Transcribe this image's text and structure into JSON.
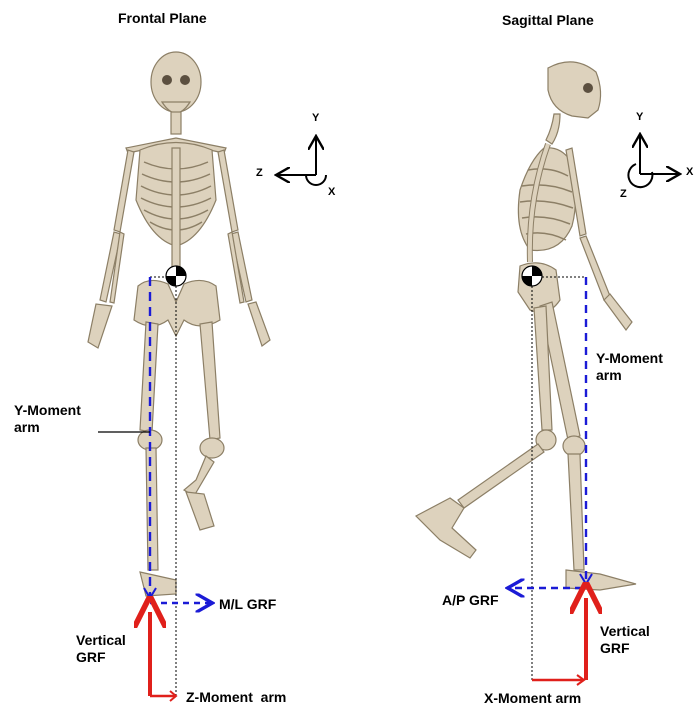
{
  "panels": {
    "frontal": {
      "title": "Frontal Plane",
      "axis": {
        "up": "Y",
        "left": "Z",
        "center": "X"
      },
      "labels": {
        "y_moment_arm_1": "Y-Moment",
        "y_moment_arm_2": "arm",
        "ml_grf": "M/L GRF",
        "vertical_grf_1": "Vertical",
        "vertical_grf_2": "GRF",
        "z_moment_arm": "Z-Moment  arm"
      }
    },
    "sagittal": {
      "title": "Sagittal Plane",
      "axis": {
        "up": "Y",
        "right": "X",
        "center": "Z"
      },
      "labels": {
        "y_moment_arm_1": "Y-Moment",
        "y_moment_arm_2": "arm",
        "ap_grf": "A/P GRF",
        "vertical_grf_1": "Vertical",
        "vertical_grf_2": "GRF",
        "x_moment_arm": "X-Moment arm"
      }
    }
  },
  "colors": {
    "vertical_grf": "#e0201b",
    "horizontal_grf": "#1b1bd6",
    "moment_arm": "#1b1bd6",
    "bone": "#ddd2bd"
  }
}
